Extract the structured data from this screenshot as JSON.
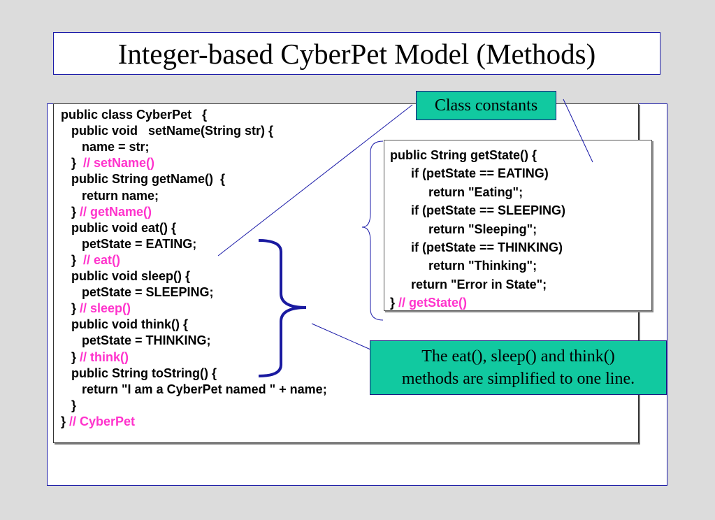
{
  "slide": {
    "title": "Integer-based CyberPet Model (Methods)"
  },
  "code": {
    "lines": [
      {
        "code": "public class CyberPet   {",
        "comment": ""
      },
      {
        "code": "   public void   setName(String str) {",
        "comment": ""
      },
      {
        "code": "      name = str;",
        "comment": ""
      },
      {
        "code": "   }  ",
        "comment": "// setName()"
      },
      {
        "code": "   public String getName()  {",
        "comment": ""
      },
      {
        "code": "      return name;",
        "comment": ""
      },
      {
        "code": "   } ",
        "comment": "// getName()"
      },
      {
        "code": "   public void eat() {",
        "comment": ""
      },
      {
        "code": "      petState = EATING;",
        "comment": ""
      },
      {
        "code": "   }  ",
        "comment": "// eat()"
      },
      {
        "code": "   public void sleep() {",
        "comment": ""
      },
      {
        "code": "      petState = SLEEPING;",
        "comment": ""
      },
      {
        "code": "   } ",
        "comment": "// sleep()"
      },
      {
        "code": "   public void think() {",
        "comment": ""
      },
      {
        "code": "      petState = THINKING;",
        "comment": ""
      },
      {
        "code": "   } ",
        "comment": "// think()"
      },
      {
        "code": "   public String toString() {",
        "comment": ""
      },
      {
        "code": "      return \"I am a CyberPet named \" + name;",
        "comment": ""
      },
      {
        "code": "   }",
        "comment": ""
      },
      {
        "code": "} ",
        "comment": "// CyberPet"
      }
    ]
  },
  "get_state": {
    "lines": [
      {
        "code": "public String getState() {",
        "comment": ""
      },
      {
        "code": "      if (petState == EATING)",
        "comment": ""
      },
      {
        "code": "           return \"Eating\";",
        "comment": ""
      },
      {
        "code": "      if (petState == SLEEPING)",
        "comment": ""
      },
      {
        "code": "           return \"Sleeping\";",
        "comment": ""
      },
      {
        "code": "      if (petState == THINKING)",
        "comment": ""
      },
      {
        "code": "           return \"Thinking\";",
        "comment": ""
      },
      {
        "code": "      return \"Error in State\";",
        "comment": ""
      },
      {
        "code": "} ",
        "comment": "// getState()"
      }
    ]
  },
  "callouts": {
    "constants": "Class constants",
    "simplified_line1": "The eat(), sleep() and think()",
    "simplified_line2": "methods are simplified to one line."
  },
  "colors": {
    "background": "#dcdcdc",
    "callout_fill": "#11c9a0",
    "comment": "#ff33cc",
    "frame_border": "#1a1aa8",
    "brace": "#1a1aa0"
  }
}
